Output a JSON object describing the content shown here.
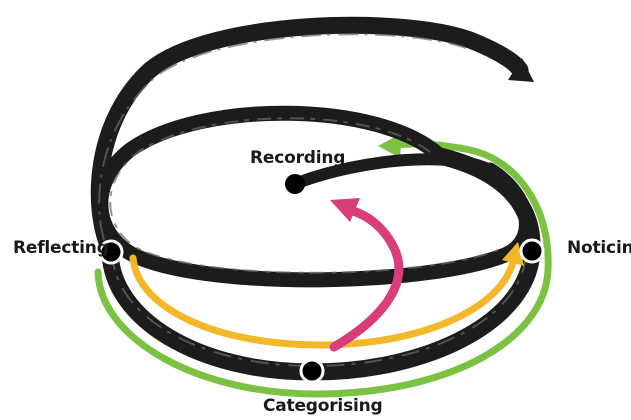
{
  "diagram": {
    "nodes": {
      "recording": "Recording",
      "reflecting": "Reflecting",
      "noticing": "Noticing",
      "categorising": "Categorising"
    },
    "colors": {
      "spiral": "#1c1c1c",
      "spiral_highlight": "#6a6a6a",
      "green_arrow": "#7cc242",
      "yellow_arrow": "#f2b82a",
      "pink_arrow": "#d93d7a",
      "node_dot": "#000000",
      "node_ring": "#ffffff"
    }
  }
}
